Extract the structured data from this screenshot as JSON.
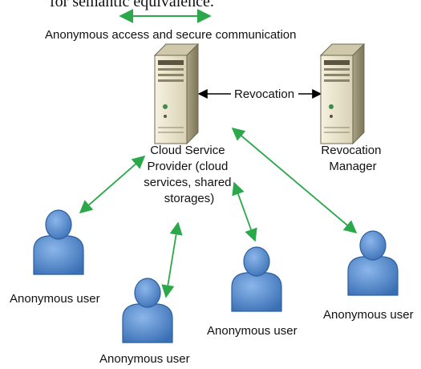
{
  "top_text": "for semantic equivalence.",
  "legend": {
    "label": "Anonymous access and secure communication",
    "color": "#2aa84a"
  },
  "nodes": {
    "csp": {
      "label_lines": [
        "Cloud Service",
        "Provider (cloud",
        "services, shared",
        "storages)"
      ]
    },
    "revocation_manager": {
      "label_lines": [
        "Revocation",
        "Manager"
      ]
    },
    "users": [
      {
        "label": "Anonymous user"
      },
      {
        "label": "Anonymous user"
      },
      {
        "label": "Anonymous user"
      },
      {
        "label": "Anonymous user"
      }
    ]
  },
  "edges": {
    "revocation": {
      "label": "Revocation",
      "color": "#000000"
    }
  },
  "icons": {
    "server": "server-icon",
    "user": "user-icon"
  },
  "colors": {
    "user_fill": "#4a82c8",
    "user_stroke": "#2b5f9e",
    "server_body": "#ece6cf",
    "server_stroke": "#6d6750"
  }
}
